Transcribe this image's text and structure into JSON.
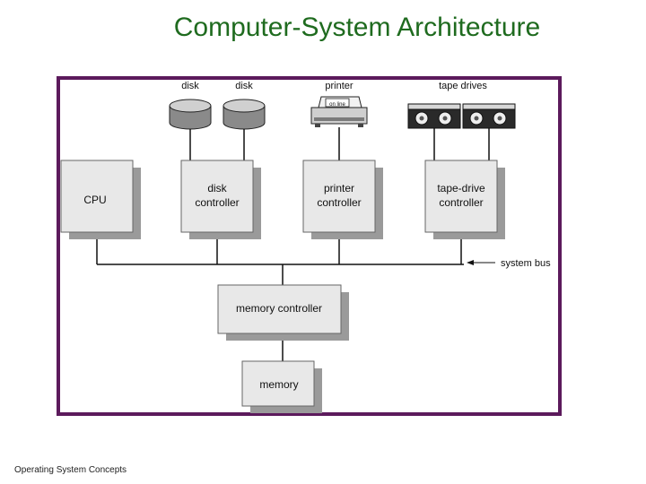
{
  "slide": {
    "title": "Computer-System Architecture",
    "footer": "Operating System Concepts"
  },
  "diagram": {
    "devices": {
      "disk_1": "disk",
      "disk_2": "disk",
      "printer": "printer",
      "printer_panel": "on line",
      "tape_drives": "tape drives"
    },
    "nodes": {
      "cpu": [
        "CPU"
      ],
      "disk_controller": [
        "disk",
        "controller"
      ],
      "printer_controller": [
        "printer",
        "controller"
      ],
      "tape_controller": [
        "tape-drive",
        "controller"
      ],
      "memory_controller": [
        "memory controller"
      ],
      "memory": [
        "memory"
      ]
    },
    "bus_label": "system bus",
    "colors": {
      "frame": "#5c1a5c",
      "box_fill": "#e8e8e8",
      "shadow": "#9a9a9a",
      "title": "#1f6b1f"
    }
  }
}
